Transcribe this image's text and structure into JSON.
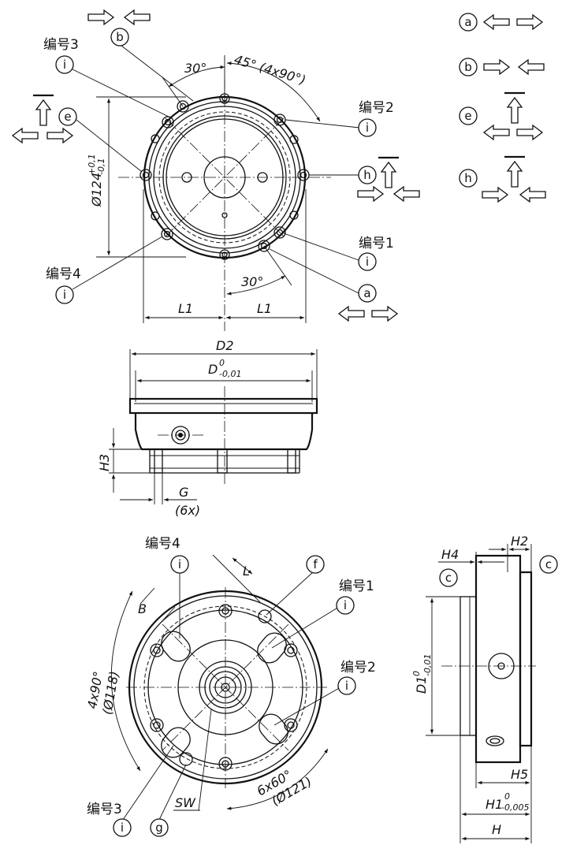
{
  "markers": {
    "a": "a",
    "b": "b",
    "c": "c",
    "e": "e",
    "f": "f",
    "g": "g",
    "h": "h",
    "i": "i"
  },
  "labels": {
    "num1": "编号1",
    "num2": "编号2",
    "num3": "编号3",
    "num4": "编号4"
  },
  "top_view": {
    "angle_30_top": "30°",
    "angle_45": "45° (4x90°)",
    "angle_30_bottom": "30°",
    "dia_124": "Ø124",
    "dia_124_tol_upper": "+0,1",
    "dia_124_tol_lower": "-0,1",
    "l1_left": "L1",
    "l1_right": "L1"
  },
  "side_view": {
    "d2": "D2",
    "d_main": "D",
    "d_tol_upper": "0",
    "d_tol_lower": "-0,01",
    "h3": "H3",
    "g": "G",
    "g_count": "(6x)"
  },
  "bottom_view": {
    "b": "B",
    "l": "L",
    "angle_4x90": "4x90°",
    "dia_118": "(Ø118)",
    "sw": "SW",
    "angle_6x60": "6x60°",
    "dia_121": "(Ø121)"
  },
  "right_view": {
    "h4": "H4",
    "h2": "H2",
    "d1": "D1",
    "d1_tol_upper": "0",
    "d1_tol_lower": "-0,01",
    "h5": "H5",
    "h1": "H1",
    "h1_tol_upper": "0",
    "h1_tol_lower": "-0,005",
    "h": "H"
  }
}
